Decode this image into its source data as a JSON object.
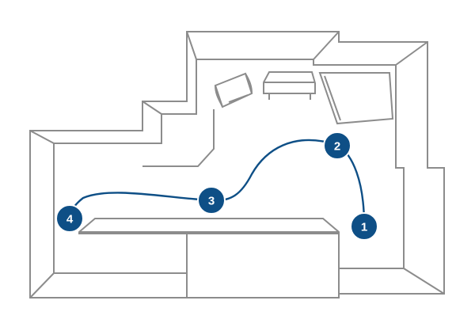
{
  "colors": {
    "wall": "#8c8c8c",
    "route": "#0e4f86",
    "marker_fill": "#0e4f86",
    "marker_text": "#ffffff",
    "background": "#ffffff"
  },
  "markers": [
    {
      "label": "1"
    },
    {
      "label": "2"
    },
    {
      "label": "3"
    },
    {
      "label": "4"
    }
  ]
}
